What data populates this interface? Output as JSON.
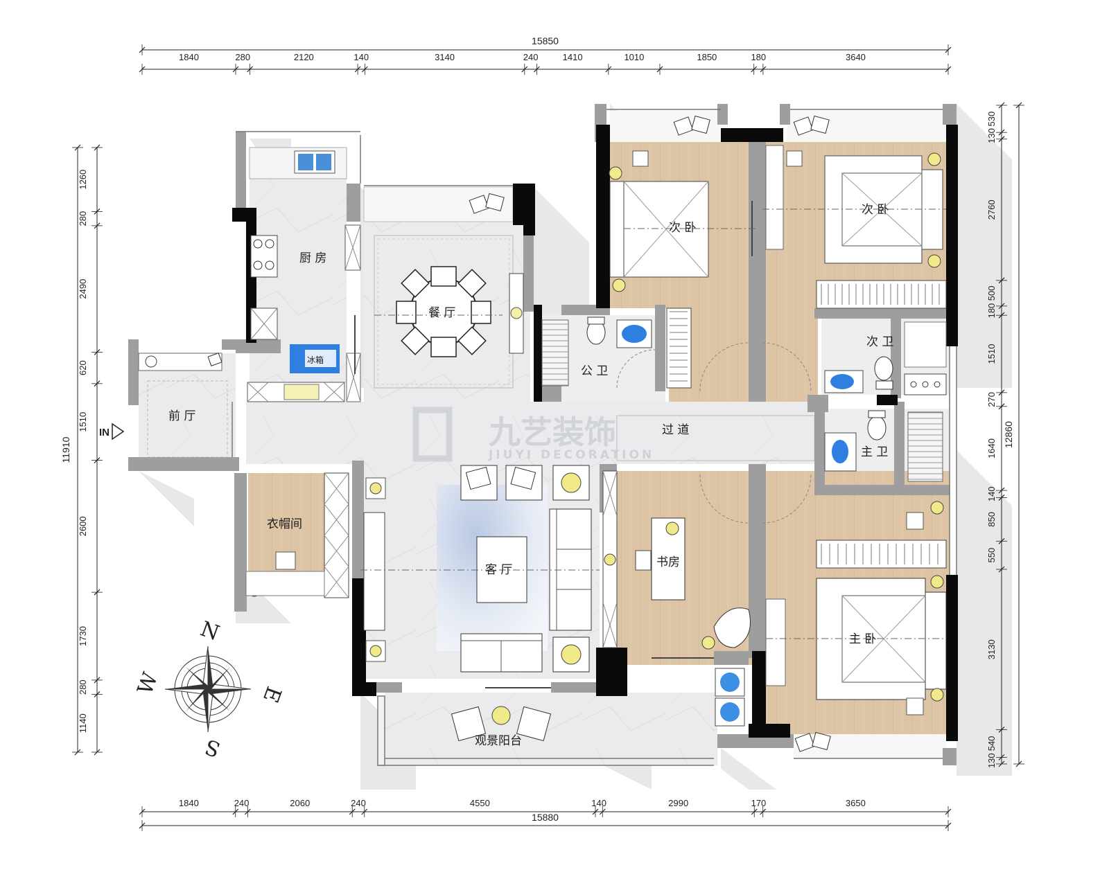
{
  "plan": {
    "rooms": {
      "kitchen": "厨 房",
      "dining": "餐 厅",
      "fridge": "冰箱",
      "foyer": "前 厅",
      "cloakroom": "衣帽间",
      "living": "客 厅",
      "public_bath": "公 卫",
      "corridor": "过 道",
      "secondary_bedroom_1": "次 卧",
      "secondary_bedroom_2": "次 卧",
      "secondary_bath": "次 卫",
      "master_bath": "主 卫",
      "study": "书房",
      "master_bedroom": "主 卧",
      "balcony": "观景阳台"
    },
    "entrance_mark": "IN",
    "watermark": {
      "logo": "九艺装饰",
      "subtitle": "JIUYI DECORATION"
    },
    "compass": {
      "n": "N",
      "e": "E",
      "s": "S",
      "w": "W"
    },
    "dimensions": {
      "top_total": "15850",
      "top": [
        "1840",
        "280",
        "2120",
        "140",
        "3140",
        "240",
        "1410",
        "1010",
        "1850",
        "180",
        "3640"
      ],
      "bottom_total": "15880",
      "bottom": [
        "1840",
        "240",
        "2060",
        "240",
        "4550",
        "140",
        "2990",
        "170",
        "3650"
      ],
      "left_total": "11910",
      "left": [
        "1260",
        "280",
        "2490",
        "620",
        "1510",
        "2600",
        "1730",
        "280",
        "1140"
      ],
      "right_total": "12860",
      "right": [
        "530",
        "130",
        "2760",
        "500",
        "180",
        "1510",
        "270",
        "1640",
        "140",
        "850",
        "550",
        "3130",
        "540",
        "130"
      ]
    }
  },
  "colors": {
    "wall": "#0a0a0a",
    "partition": "#9c9c9c",
    "wood_floor": "#dcc4a4",
    "stone_floor": "#ebebed",
    "shadow": "#e6e6e6",
    "rug": "#e3e9f3",
    "glass": "#4a90d9"
  }
}
